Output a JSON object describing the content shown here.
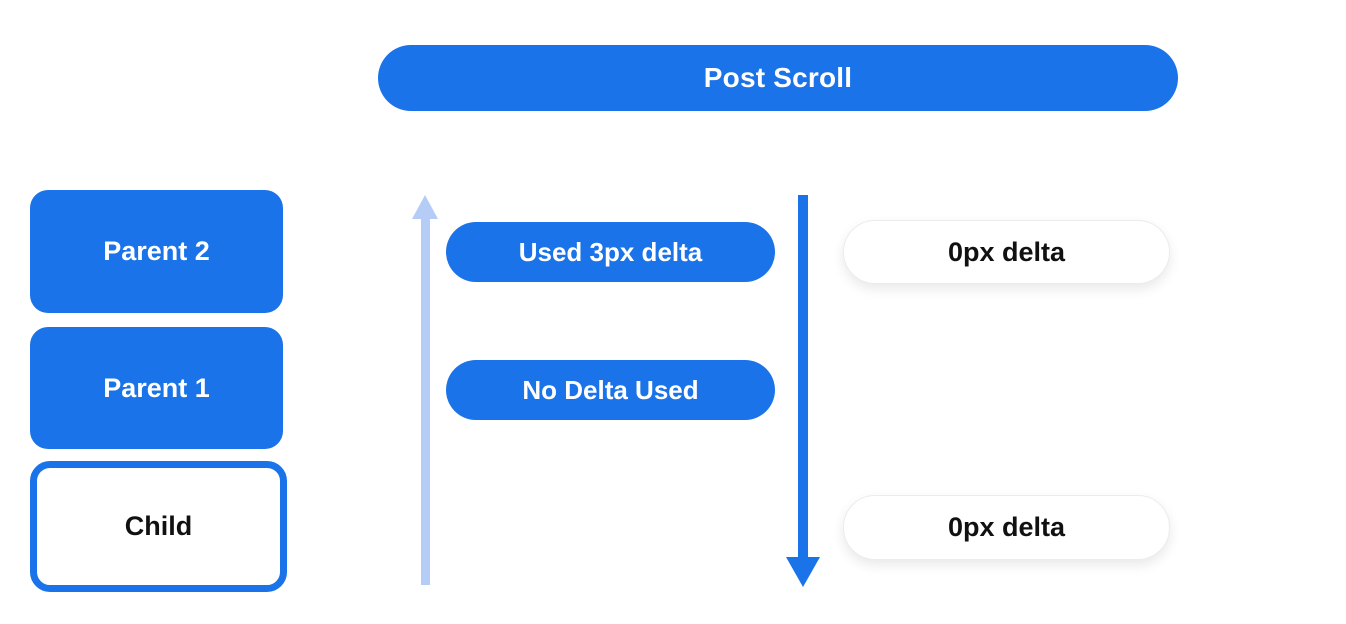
{
  "diagram": {
    "title_pill": {
      "label": "Post Scroll"
    },
    "stack": [
      {
        "label": "Parent 2",
        "variant": "filled-blue"
      },
      {
        "label": "Parent 1",
        "variant": "filled-blue"
      },
      {
        "label": "Child",
        "variant": "outlined-blue"
      }
    ],
    "delta_pills": [
      {
        "label": "Used 3px delta",
        "variant": "filled-blue"
      },
      {
        "label": "No Delta Used",
        "variant": "filled-blue"
      }
    ],
    "zero_pills": [
      {
        "label": "0px delta",
        "variant": "white-outlined"
      },
      {
        "label": "0px delta",
        "variant": "white-outlined"
      }
    ],
    "arrows": [
      {
        "icon": "up-arrow-icon",
        "direction": "up",
        "color": "#b5cdf6"
      },
      {
        "icon": "down-arrow-icon",
        "direction": "down",
        "color": "#1a73e8"
      }
    ],
    "colors": {
      "primary_blue": "#1a73e8",
      "light_blue": "#b5cdf6",
      "outline_gray": "#ececec",
      "text_dark": "#111111",
      "text_light": "#ffffff",
      "background": "#ffffff"
    }
  }
}
